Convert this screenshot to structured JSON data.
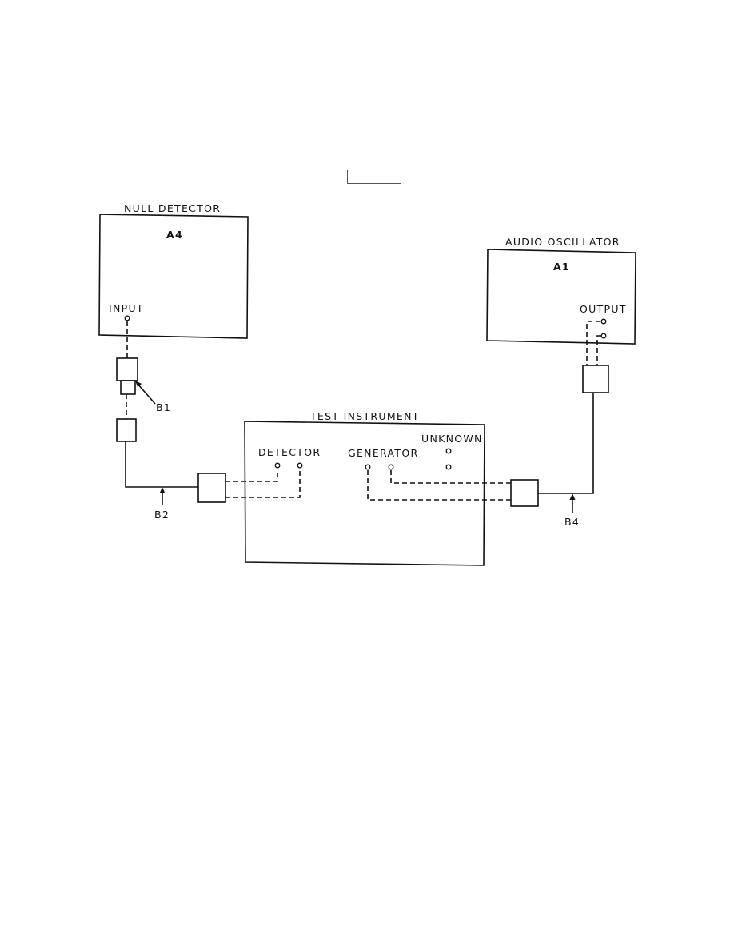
{
  "header": {
    "marker_color": "#cc2222"
  },
  "diagram": {
    "null_detector": {
      "title": "NULL DETECTOR",
      "id": "A4",
      "input_label": "INPUT"
    },
    "audio_oscillator": {
      "title": "AUDIO OSCILLATOR",
      "id": "A1",
      "output_label": "OUTPUT"
    },
    "test_instrument": {
      "title": "TEST INSTRUMENT",
      "detector_label": "DETECTOR",
      "generator_label": "GENERATOR",
      "unknown_label": "UNKNOWN"
    },
    "callouts": {
      "b1": "B1",
      "b2": "B2",
      "b4": "B4"
    }
  }
}
